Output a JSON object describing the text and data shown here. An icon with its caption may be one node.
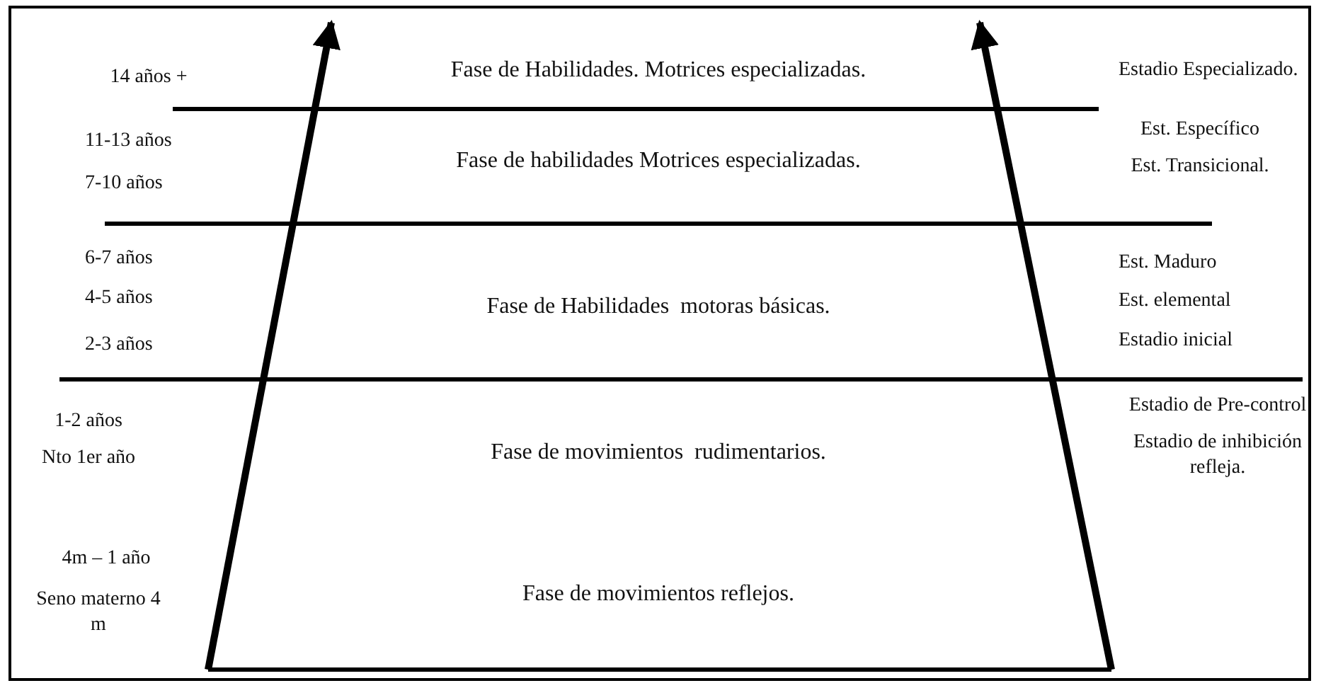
{
  "diagram": {
    "nodes": [
      {
        "text": [
          "Fase de Habilidades. Motrices especializadas."
        ]
      },
      {
        "text": [
          "Fase de habilidades Motrices especializadas."
        ]
      },
      {
        "text": [
          "Fase de Habilidades  motoras básicas."
        ]
      },
      {
        "text": [
          "Fase de movimientos  rudimentarios."
        ]
      },
      {
        "text": [
          "Fase de movimientos reflejos."
        ]
      }
    ],
    "labels": [
      "14 años  +",
      "Estadio Especializado.",
      "11-13 años",
      "Est. Específico",
      "7-10 años",
      "Est. Transicional.",
      "6-7 años",
      "Est. Maduro",
      "4-5 años",
      "Est. elemental",
      "2-3 años",
      "Estadio inicial",
      "Estadio de Pre-control",
      "1-2 años",
      "Estadio de inhibición refleja.",
      "Nto 1er año",
      "4m – 1 año",
      "Seno materno 4 m"
    ]
  }
}
